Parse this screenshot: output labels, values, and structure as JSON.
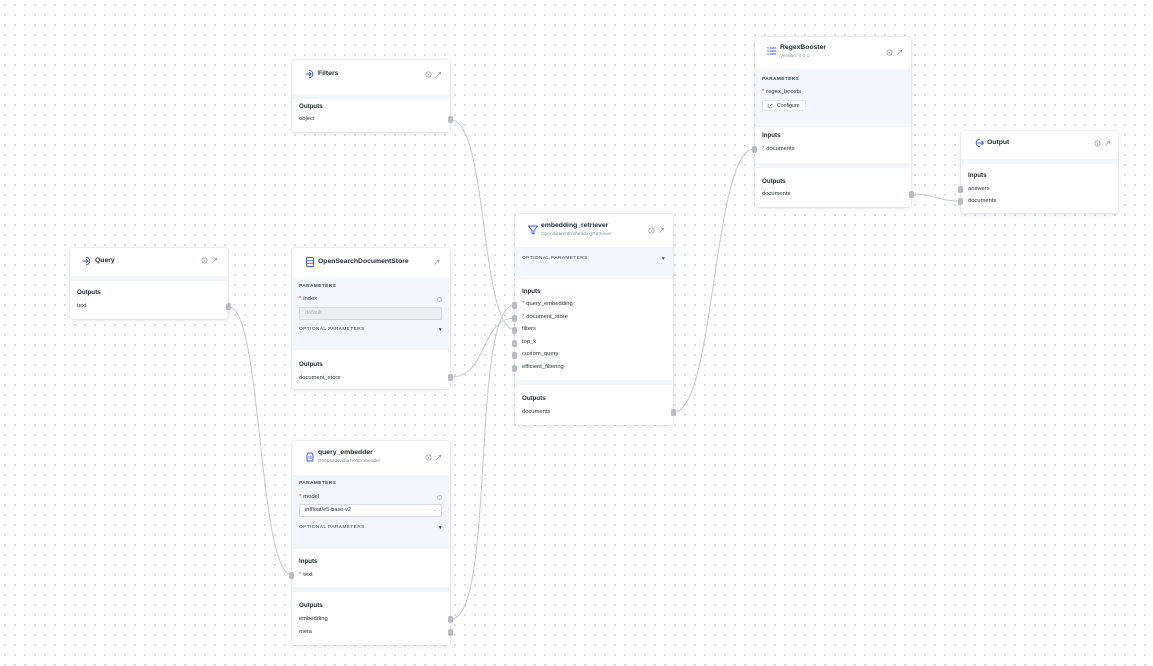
{
  "colors": {
    "accent": "#3b5bdb",
    "edge": "#c4c7cd",
    "port": "#b8bcc4",
    "required": "#d0343a",
    "param_bg": "#f3f6fc"
  },
  "nodes": {
    "query": {
      "title": "Query",
      "icon": "arrow-in-icon",
      "outputs_label": "Outputs",
      "outputs": [
        "text"
      ]
    },
    "filters": {
      "title": "Filters",
      "icon": "arrow-in-icon",
      "outputs_label": "Outputs",
      "outputs": [
        "object"
      ]
    },
    "document_store": {
      "title": "OpenSearchDocumentStore",
      "icon": "database-icon",
      "params_label": "PARAMETERS",
      "param_name": "index",
      "param_value": "default",
      "optional_label": "OPTIONAL PARAMETERS",
      "outputs_label": "Outputs",
      "outputs": [
        "document_store"
      ]
    },
    "query_embedder": {
      "title": "query_embedder",
      "subtitle": "DeepsetNvidiaTextEmbedder",
      "icon": "embedder-icon",
      "params_label": "PARAMETERS",
      "param_name": "model",
      "param_value": "intfloat/e5-base-v2",
      "optional_label": "OPTIONAL PARAMETERS",
      "inputs_label": "Inputs",
      "inputs": [
        "text"
      ],
      "outputs_label": "Outputs",
      "outputs": [
        "embedding",
        "meta"
      ]
    },
    "embedding_retriever": {
      "title": "embedding_retriever",
      "subtitle": "OpenSearchEmbeddingRetriever",
      "icon": "funnel-icon",
      "optional_label": "OPTIONAL PARAMETERS",
      "inputs_label": "Inputs",
      "inputs": [
        "query_embedding",
        "document_store",
        "filters",
        "top_k",
        "custom_query",
        "efficient_filtering"
      ],
      "outputs_label": "Outputs",
      "outputs": [
        "documents"
      ]
    },
    "regex_booster": {
      "title": "RegexBooster",
      "subtitle": "Version: 4.0.1",
      "icon": "list-icon",
      "params_label": "PARAMETERS",
      "param_name": "regex_boosts",
      "configure_label": "Configure",
      "inputs_label": "Inputs",
      "inputs": [
        "documents"
      ],
      "outputs_label": "Outputs",
      "outputs": [
        "documents"
      ]
    },
    "output": {
      "title": "Output",
      "icon": "arrow-out-icon",
      "inputs_label": "Inputs",
      "inputs": [
        "answers",
        "documents"
      ]
    }
  }
}
